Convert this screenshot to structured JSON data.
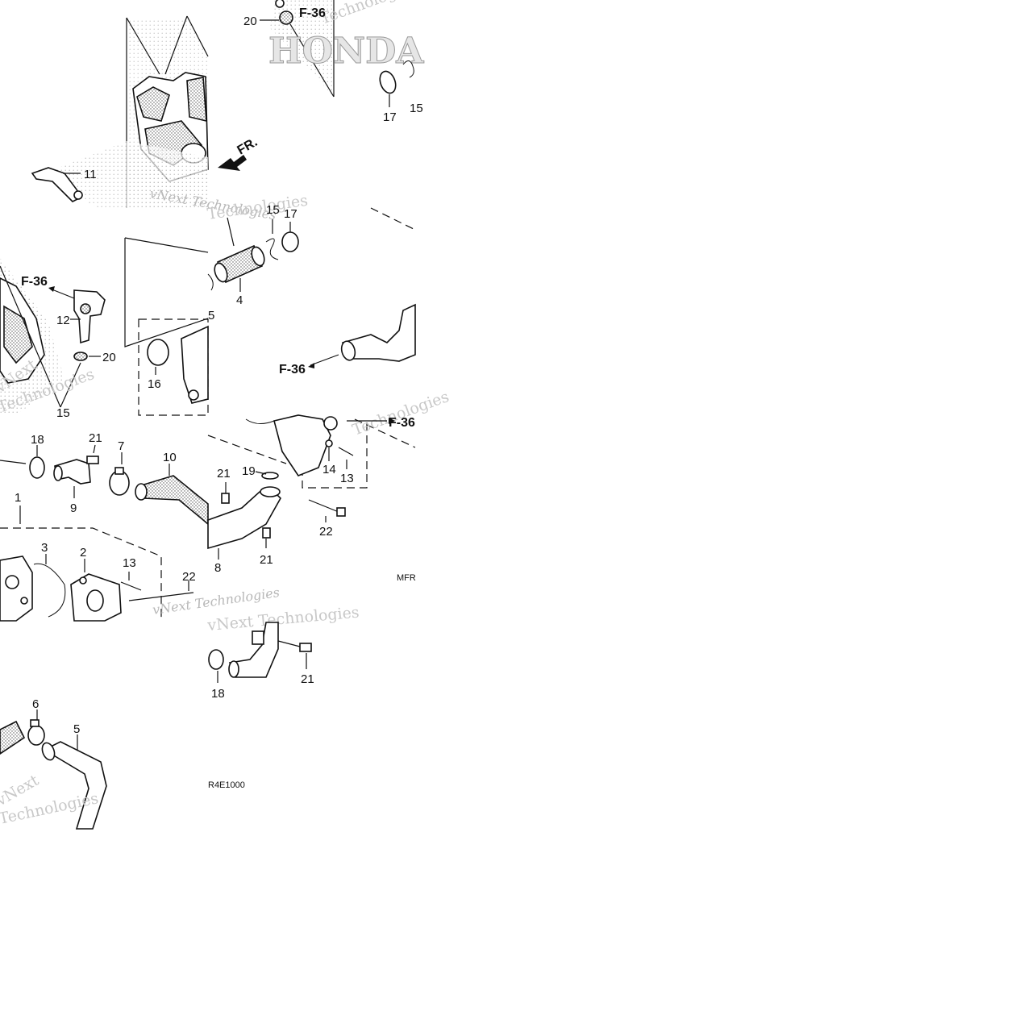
{
  "diagram": {
    "callouts": {
      "c1": "1",
      "c2": "2",
      "c3": "3",
      "c4": "4",
      "c5": "5",
      "c6": "6",
      "c7": "7",
      "c8": "8",
      "c9": "9",
      "c10": "10",
      "c11": "11",
      "c12": "12",
      "c13a": "13",
      "c13b": "13",
      "c14": "14",
      "c15a": "15",
      "c15b": "15",
      "c15c": "15",
      "c16": "16",
      "c17a": "17",
      "c17b": "17",
      "c18a": "18",
      "c18b": "18",
      "c19": "19",
      "c20a": "20",
      "c20b": "20",
      "c21a": "21",
      "c21b": "21",
      "c21c": "21",
      "c21d": "21",
      "c22a": "22",
      "c22b": "22"
    },
    "refs": {
      "f36_top": "F-36",
      "f36_mid": "F-36",
      "f36_pipe": "F-36",
      "f36_right": "F-36",
      "front_arrow": "FR."
    },
    "codes": {
      "diagram_code": "MFR",
      "catalog_code": "R4E1000"
    },
    "watermarks": {
      "w1": "vNext Technologies",
      "w2": "vNext Technologies",
      "w3": "Technologies",
      "w4": "Technologies",
      "w5": "vNext",
      "w6": "Technologies",
      "w7": "vNext Technologies",
      "w8": "Technologies",
      "w9": "vNext",
      "w10": "Technologies",
      "brand": "HONDA"
    },
    "colors": {
      "ink": "#111111",
      "watermark": "#b8b8b8",
      "background": "#ffffff"
    }
  }
}
